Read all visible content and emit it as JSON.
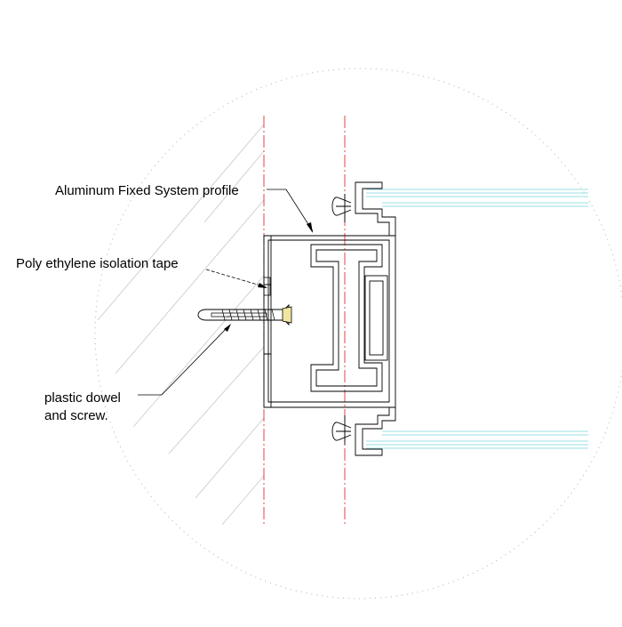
{
  "labels": {
    "profile": "Aluminum Fixed System profile",
    "tape": "Poly ethylene isolation tape",
    "dowel_line1": "plastic dowel",
    "dowel_line2": "and screw."
  },
  "colors": {
    "background": "#ffffff",
    "linework": "#000000",
    "centerline": "#e03030",
    "glass": "#9adfe6",
    "hatch": "#c8c8c8",
    "detail_circle": "#b0b0b0",
    "screw_head": "#f0e6a0"
  }
}
